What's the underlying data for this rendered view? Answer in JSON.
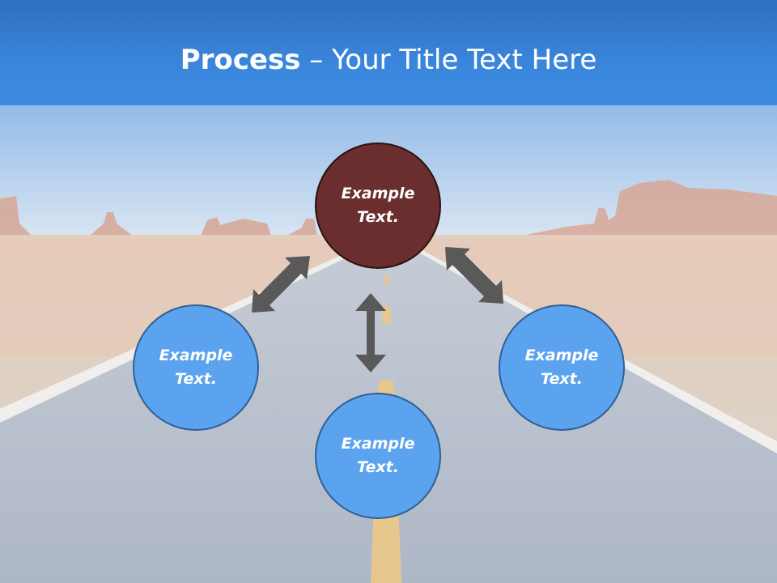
{
  "header": {
    "title_bold": "Process",
    "title_rest": " – Your Title Text Here"
  },
  "diagram": {
    "nodes": {
      "top": "Example\nText.",
      "left": "Example\nText.",
      "right": "Example\nText.",
      "bottom": "Example\nText."
    }
  },
  "colors": {
    "title_bar": "#3a86dc",
    "node_primary": "#6b2e2e",
    "node_secondary": "#5ba3ee",
    "arrow": "#595959"
  }
}
